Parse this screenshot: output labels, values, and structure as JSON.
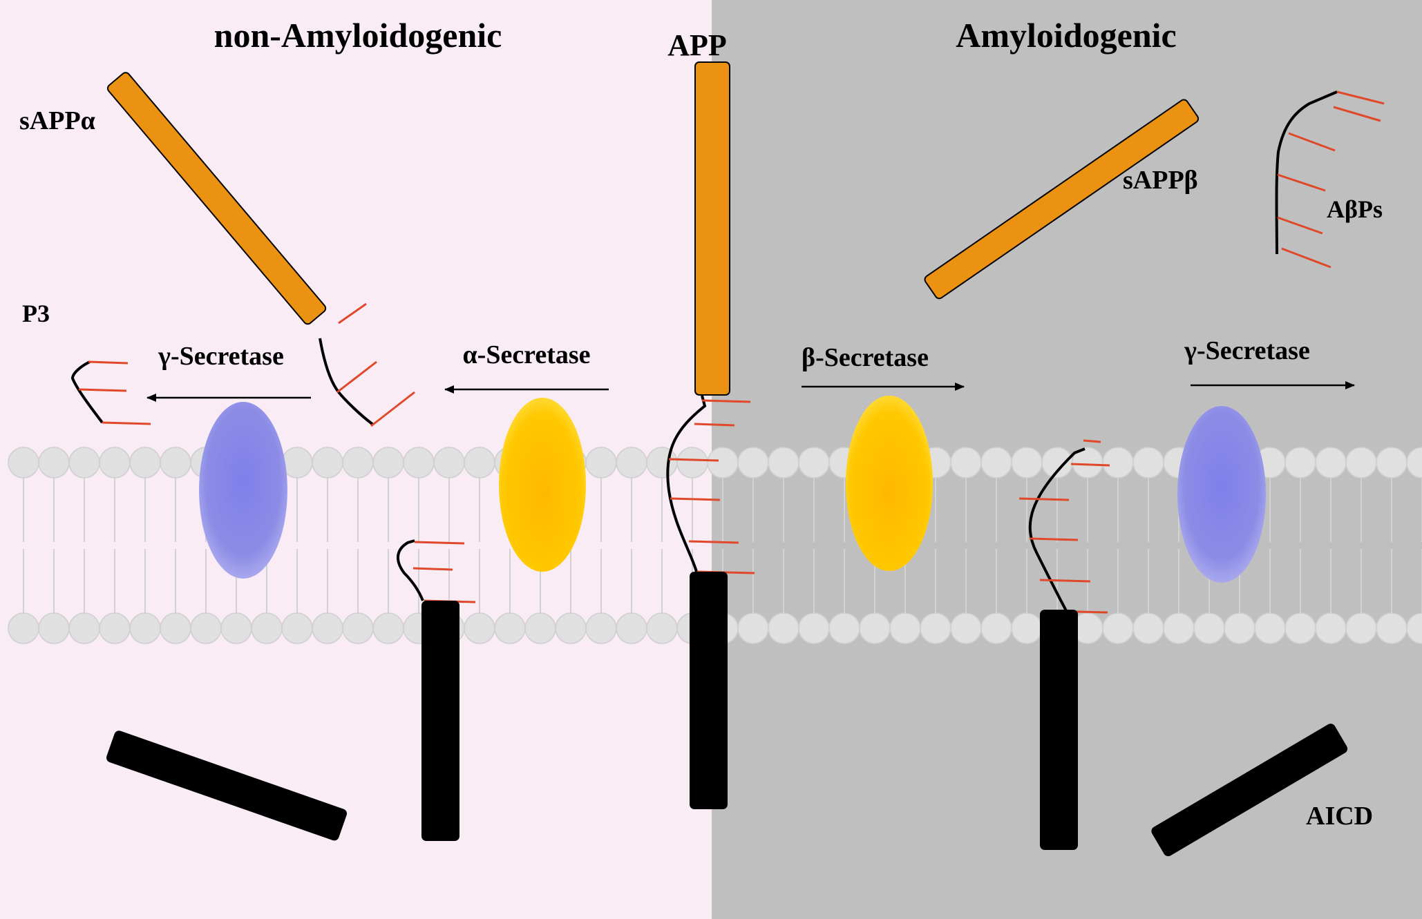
{
  "panels": {
    "left_title": "non-Amyloidogenic",
    "right_title": "Amyloidogenic"
  },
  "labels": {
    "app": "APP",
    "sappa": "sAPPα",
    "sappb": "sAPPβ",
    "p3": "P3",
    "abps": "AβPs",
    "aicd": "AICD",
    "gamma_left": "γ-Secretase",
    "alpha": "α-Secretase",
    "beta": "β-Secretase",
    "gamma_right": "γ-Secretase"
  },
  "colors": {
    "left_bg": "#f9ecf5",
    "right_bg": "#bfbfbf",
    "app_orange": "#ec9213",
    "fragment_black": "#000000",
    "tick_red": "#e0482a",
    "lipid_head": "#e0e0e0",
    "gamma_secretase": "#8a8ae8",
    "alpha_beta_secretase": "#ffc200"
  }
}
